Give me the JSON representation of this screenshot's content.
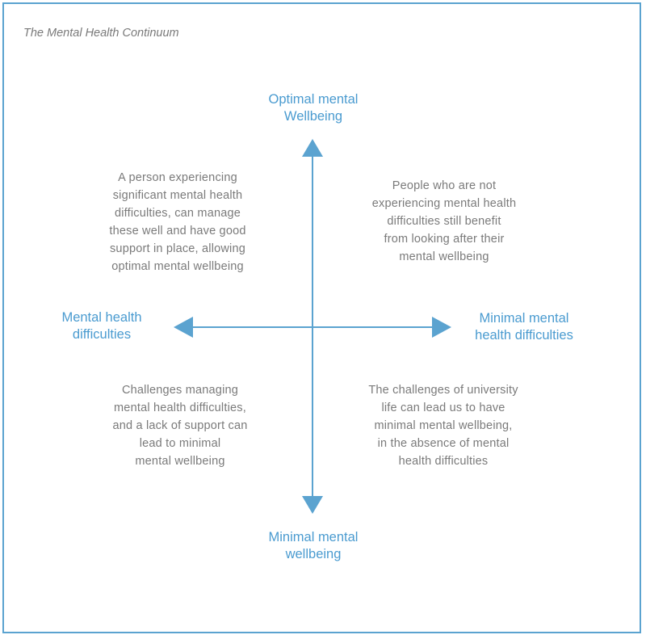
{
  "title": "The Mental Health Continuum",
  "axes": {
    "top": "Optimal mental\nWellbeing",
    "bottom": "Minimal mental\nwellbeing",
    "left": "Mental health\ndifficulties",
    "right": "Minimal mental\nhealth difficulties"
  },
  "quadrants": {
    "top_left": "A person experiencing\nsignificant mental health\ndifficulties, can manage\nthese well and have good\nsupport in place, allowing\noptimal mental wellbeing",
    "top_right": "People who are not\nexperiencing mental health\ndifficulties still benefit\nfrom looking after their\nmental wellbeing",
    "bottom_left": "Challenges managing\nmental health difficulties,\nand a lack of support can\nlead to minimal\nmental wellbeing",
    "bottom_right": "The challenges of university\nlife can lead us to have\nminimal mental wellbeing,\nin the absence of mental\nhealth difficulties"
  },
  "colors": {
    "accent": "#5ba3d0",
    "axis_text": "#4a9bd0",
    "body_text": "#7a7a7a"
  }
}
